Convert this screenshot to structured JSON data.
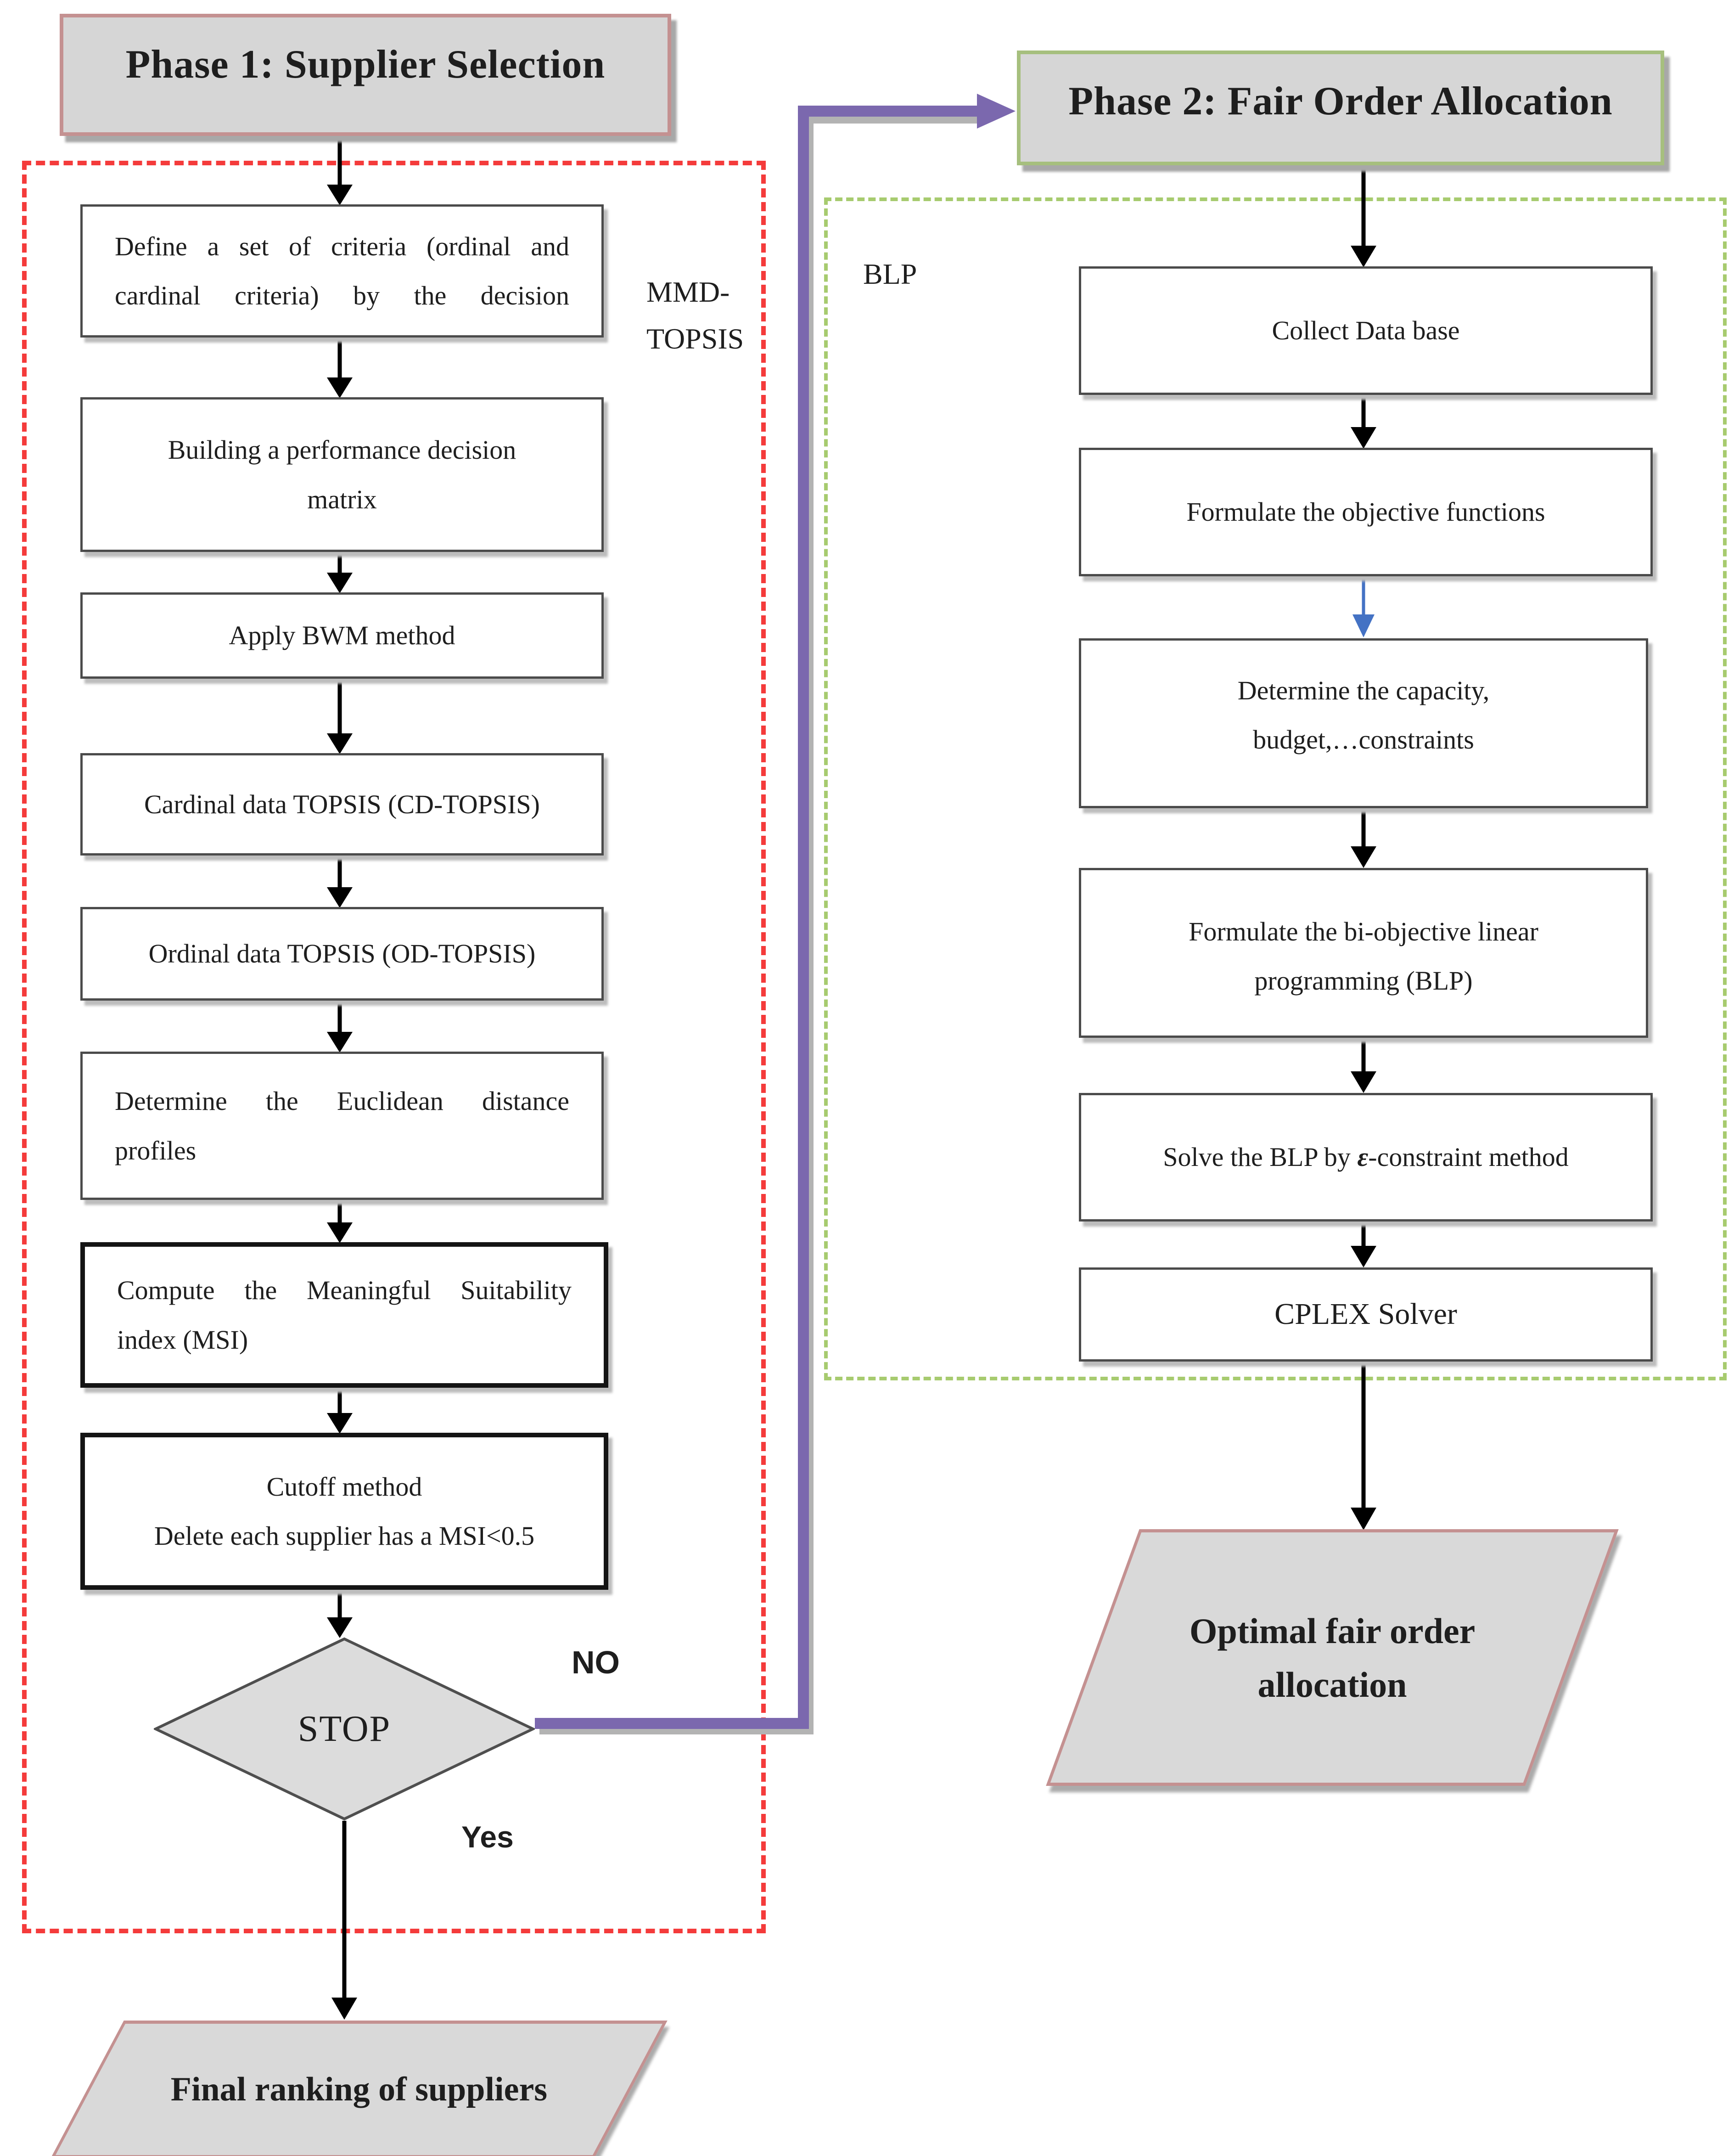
{
  "phase1": {
    "header": "Phase 1: Supplier Selection",
    "method_label_line1": "MMD-",
    "method_label_line2": "TOPSIS",
    "boxes": [
      {
        "line1": "Define a set of criteria (ordinal and",
        "line2": "cardinal criteria) by the decision"
      },
      {
        "line1": "Building a performance decision",
        "line2": "matrix"
      },
      {
        "line1": "Apply BWM method"
      },
      {
        "line1": "Cardinal data TOPSIS (CD-TOPSIS)"
      },
      {
        "line1": "Ordinal data TOPSIS (OD-TOPSIS)"
      },
      {
        "line1": "Determine the Euclidean distance",
        "line2": "profiles"
      },
      {
        "line1": "Compute the Meaningful Suitability",
        "line2": "index (MSI)"
      },
      {
        "line1": "Cutoff method",
        "line2": "Delete each supplier has a MSI<0.5"
      }
    ],
    "decision": {
      "label": "STOP",
      "no_label": "NO",
      "yes_label": "Yes"
    },
    "output": "Final ranking of suppliers"
  },
  "phase2": {
    "header": "Phase 2: Fair Order Allocation",
    "group_label": "BLP",
    "boxes": [
      {
        "line1": "Collect Data base"
      },
      {
        "line1": "Formulate the objective functions"
      },
      {
        "line1": "Determine the capacity,",
        "line2": "budget,…constraints"
      },
      {
        "line1": "Formulate the bi-objective linear",
        "line2": "programming (BLP)"
      },
      {
        "pre": "Solve the BLP by ",
        "epsilon": "ε",
        "post": "-constraint method"
      },
      {
        "line1": "CPLEX Solver"
      }
    ],
    "output_line1": "Optimal fair order",
    "output_line2": "allocation"
  },
  "colors": {
    "box_fill_grey": "#d6d6d6",
    "rose_border": "#c49191",
    "green_border": "#a6bf7e",
    "red_dashed": "#f43b3b",
    "green_dashed": "#a7cb6f",
    "purple_connector": "#7b68ae",
    "blue_arrow": "#4472c4",
    "black_arrow": "#000000"
  }
}
